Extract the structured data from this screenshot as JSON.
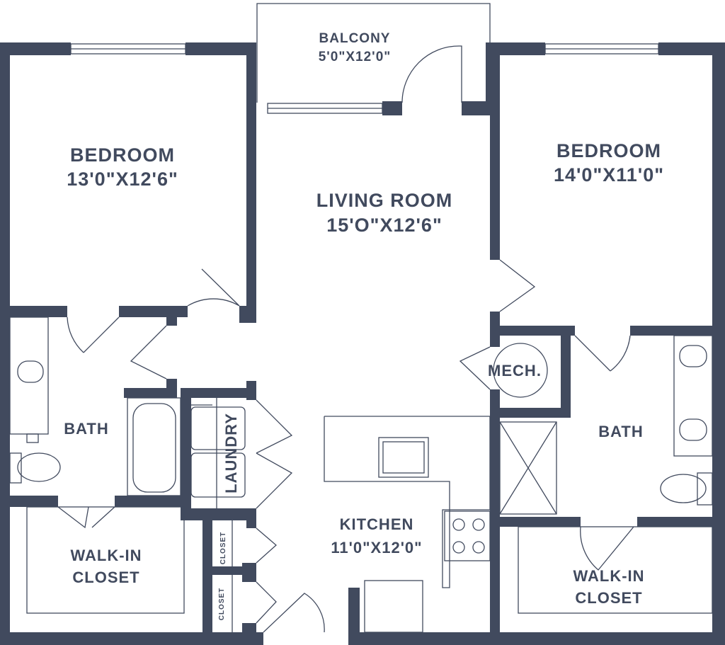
{
  "colors": {
    "wall": "#414a5e",
    "background": "#ffffff"
  },
  "rooms": {
    "balcony": {
      "name": "BALCONY",
      "size": "5'0\"X12'0\""
    },
    "bedroom_left": {
      "name": "BEDROOM",
      "size": "13'0\"X12'6\""
    },
    "living_room": {
      "name": "LIVING ROOM",
      "size": "15'O\"X12'6\""
    },
    "bedroom_right": {
      "name": "BEDROOM",
      "size": "14'0\"X11'0\""
    },
    "mech": {
      "name": "MECH."
    },
    "bath_left": {
      "name": "BATH"
    },
    "bath_right": {
      "name": "BATH"
    },
    "laundry": {
      "name": "LAUNDRY"
    },
    "kitchen": {
      "name": "KITCHEN",
      "size": "11'0\"X12'0\""
    },
    "walkin_left": {
      "name1": "WALK-IN",
      "name2": "CLOSET"
    },
    "walkin_right": {
      "name1": "WALK-IN",
      "name2": "CLOSET"
    },
    "closet_1": {
      "name": "CLOSET"
    },
    "closet_2": {
      "name": "CLOSET"
    }
  }
}
